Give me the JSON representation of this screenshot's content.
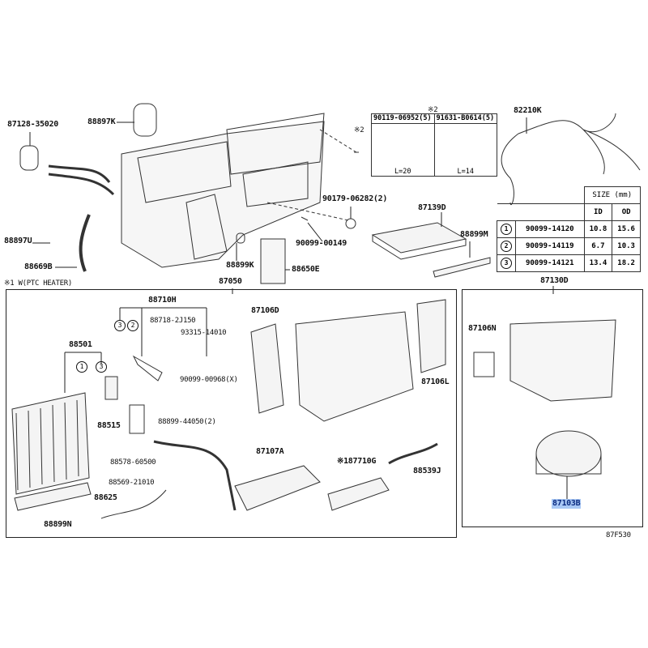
{
  "diagram_id": "87F530",
  "notes": {
    "ptc_heater": "※1 W(PTC HEATER)",
    "note2": "※2"
  },
  "top_labels": {
    "p87128": "87128-35020",
    "p88897K": "88897K",
    "p90179": "90179-06282(2)",
    "p90099_00149": "90099-00149",
    "p88897U": "88897U",
    "p88669B": "88669B",
    "p88899K": "88899K",
    "p88650E": "88650E",
    "p87050": "87050",
    "p82210K": "82210K",
    "p87139D": "87139D",
    "p88899M": "88899M",
    "p87130D": "87130D"
  },
  "bolt_box": {
    "title": "※2",
    "cols": [
      {
        "part": "90119-06952(5)",
        "length": "L=20"
      },
      {
        "part": "91631-B0614(5)",
        "length": "L=14"
      }
    ]
  },
  "size_table": {
    "header": "SIZE (mm)",
    "col_id": "ID",
    "col_od": "OD",
    "rows": [
      {
        "n": "1",
        "part": "90099-14120",
        "id": "10.8",
        "od": "15.6"
      },
      {
        "n": "2",
        "part": "90099-14119",
        "id": "6.7",
        "od": "10.3"
      },
      {
        "n": "3",
        "part": "90099-14121",
        "id": "13.4",
        "od": "18.2"
      }
    ]
  },
  "left_box": {
    "p88710H": "88710H",
    "p88718": "88718-2J150",
    "p93315": "93315-14010",
    "p88501": "88501",
    "p87106D": "87106D",
    "p90099_00968": "90099-00968(X)",
    "p88899_44050": "88899-44050(2)",
    "p88515": "88515",
    "p88578": "88578-60500",
    "p87107A": "87107A",
    "p88569": "88569-21010",
    "p88625": "88625",
    "p88899N": "88899N",
    "p87710G": "※187710G",
    "p88539J": "88539J",
    "p87106L": "87106L",
    "c1": "1",
    "c2": "2",
    "c3": "3"
  },
  "right_box": {
    "p87106N": "87106N",
    "p87103B": "87103B"
  }
}
